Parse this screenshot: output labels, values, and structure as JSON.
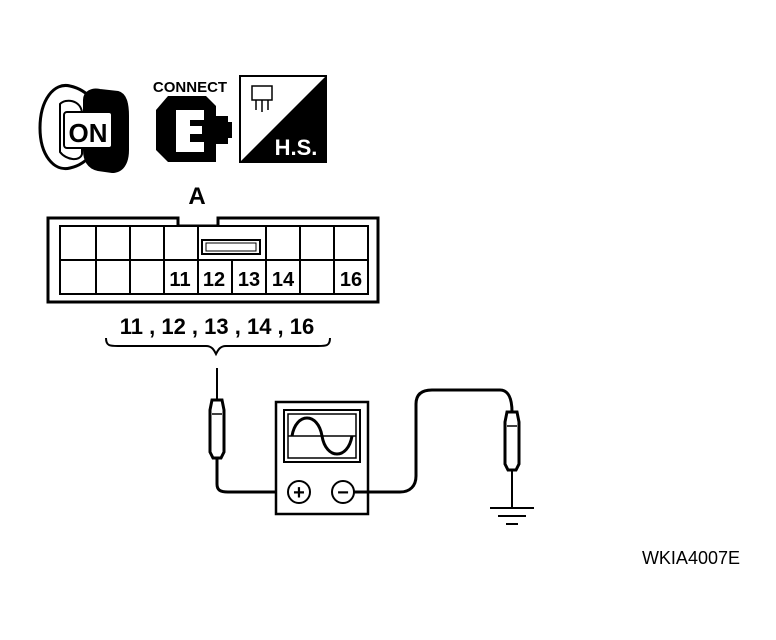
{
  "icons": {
    "ignition": {
      "name": "ignition-key-icon",
      "label": "ON"
    },
    "connect": {
      "name": "connector-connect-icon",
      "label": "CONNECT",
      "letter": "E"
    },
    "harness": {
      "name": "harness-side-icon",
      "label": "H.S."
    }
  },
  "connector": {
    "label": "A",
    "pins": [
      "11",
      "12",
      "13",
      "14",
      "16"
    ],
    "pin_list": "11 , 12 , 13 , 14 , 16"
  },
  "instrument": {
    "name": "oscilloscope-icon",
    "plus": "+",
    "minus": "−"
  },
  "ground": {
    "name": "ground-icon"
  },
  "figure_code": "WKIA4007E",
  "colors": {
    "line": "#000000",
    "background": "#ffffff"
  }
}
